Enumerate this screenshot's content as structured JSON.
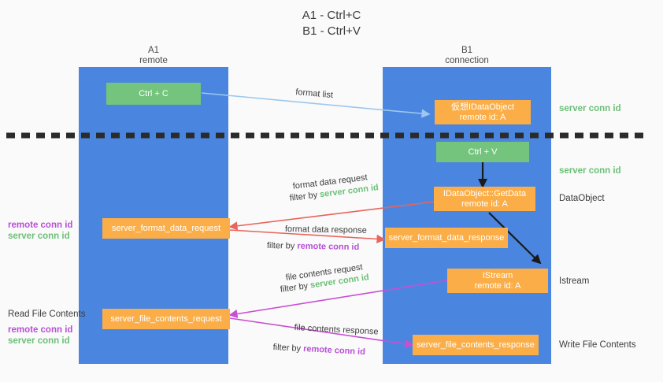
{
  "title": "A1 - Ctrl+C\nB1 - Ctrl+V",
  "colors": {
    "panel_blue": "#4a86e0",
    "node_green": "#74c47e",
    "node_orange": "#fbae47",
    "arrow_lightblue": "#9dc7ef",
    "arrow_red": "#e8645c",
    "arrow_magenta": "#c84fd4",
    "arrow_black": "#1a1a1a",
    "label_green": "#6cbf77",
    "label_purple": "#b650d6",
    "background": "#fafafa"
  },
  "columns": [
    {
      "name": "A1",
      "sub": "remote",
      "caption": "A1\nremote"
    },
    {
      "name": "B1",
      "sub": "connection",
      "caption": "B1\nconnection"
    }
  ],
  "nodes": {
    "ctrl_c": "Ctrl + C",
    "ctrl_v": "Ctrl + V",
    "virtual_dataobject": "仮想IDataObject\nremote id: A",
    "getdata": "IDataObject::GetData\nremote id: A",
    "istream": "IStream\nremote id: A",
    "server_format_data_request": "server_format_data_request",
    "server_format_data_response": "server_format_data_response",
    "server_file_contents_request": "server_file_contents_request",
    "server_file_contents_response": "server_file_contents_response"
  },
  "edge_labels": {
    "format_list": "format list",
    "format_data_request": "format data request",
    "format_data_request_filter_prefix": "filter by ",
    "format_data_request_filter_key": "server conn id",
    "format_data_response": "format data response",
    "format_data_response_filter_prefix": "filter by ",
    "format_data_response_filter_key": "remote conn id",
    "file_contents_request": "file contents request",
    "file_contents_request_filter_prefix": "filter by ",
    "file_contents_request_filter_key": "server conn id",
    "file_contents_response": "file contents response",
    "file_contents_response_filter_prefix": "filter by ",
    "file_contents_response_filter_key": "remote conn id"
  },
  "right_labels": [
    {
      "key": "server_conn_id_top",
      "text": "server conn id",
      "style": "green"
    },
    {
      "key": "server_conn_id_second",
      "text": "server conn id",
      "style": "green"
    },
    {
      "key": "dataobject",
      "text": "DataObject",
      "style": "plain"
    },
    {
      "key": "istream",
      "text": "Istream",
      "style": "plain"
    },
    {
      "key": "write_file_contents",
      "text": "Write File Contents",
      "style": "plain"
    }
  ],
  "left_labels": [
    {
      "key": "remote_conn_id_mid",
      "text": "remote conn id",
      "style": "purple"
    },
    {
      "key": "server_conn_id_mid",
      "text": "server conn id",
      "style": "green"
    },
    {
      "key": "read_file_contents",
      "text": "Read File Contents",
      "style": "plain"
    },
    {
      "key": "remote_conn_id_low",
      "text": "remote conn id",
      "style": "purple"
    },
    {
      "key": "server_conn_id_low",
      "text": "server conn id",
      "style": "green"
    }
  ]
}
